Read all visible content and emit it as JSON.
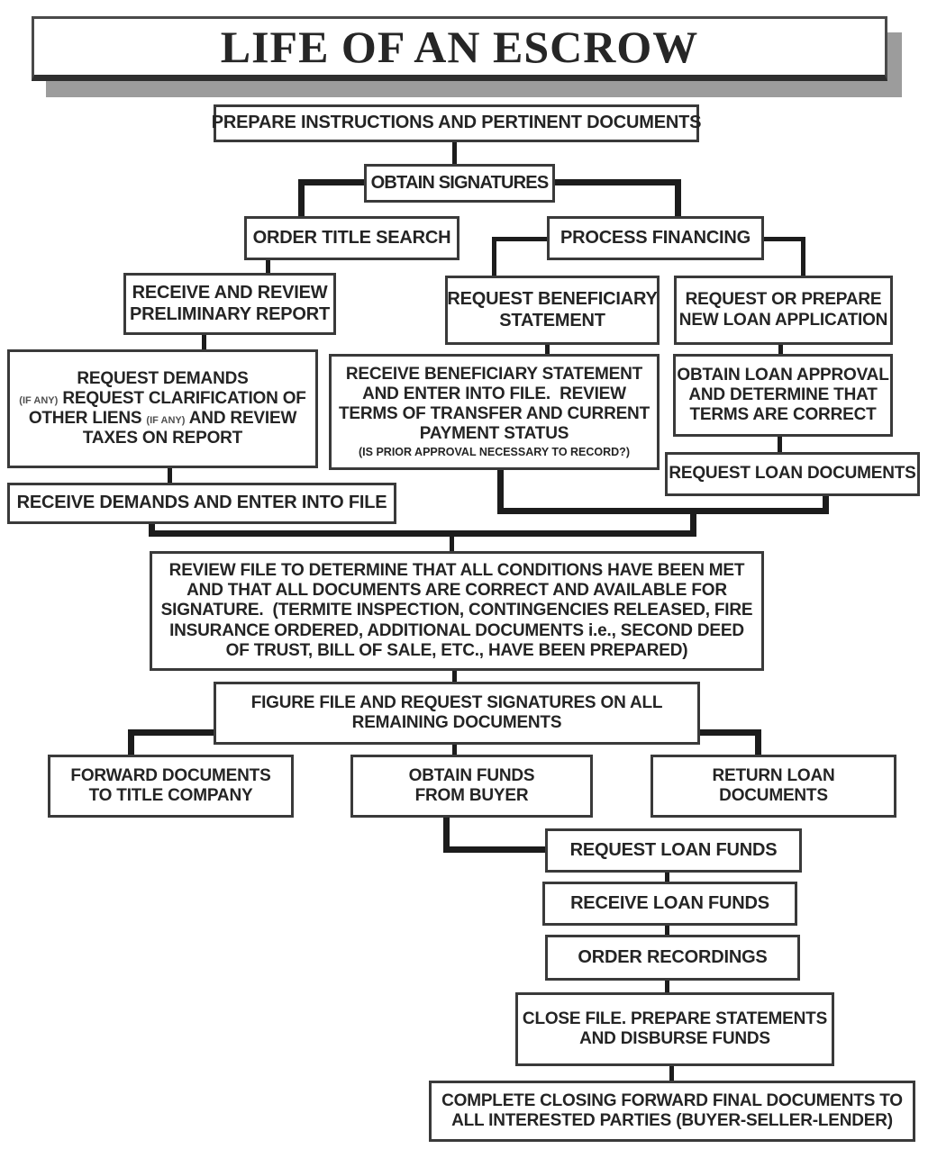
{
  "colors": {
    "background": "#ffffff",
    "ink": "#242424",
    "border": "#3a3a3a",
    "line": "#1c1c1c",
    "shadow": "#9c9c9c"
  },
  "title": {
    "text": "LIFE OF AN ESCROW"
  },
  "nodes": {
    "prepare": {
      "l1": "PREPARE INSTRUCTIONS AND PERTINENT DOCUMENTS"
    },
    "obtain_signatures": {
      "l1": "OBTAIN SIGNATURES"
    },
    "order_title_search": {
      "l1": "ORDER TITLE SEARCH"
    },
    "process_financing": {
      "l1": "PROCESS FINANCING"
    },
    "receive_review": {
      "l1": "RECEIVE AND REVIEW",
      "l2": "PRELIMINARY REPORT"
    },
    "request_beneficiary": {
      "l1": "REQUEST BENEFICIARY",
      "l2": "STATEMENT"
    },
    "request_new_loan": {
      "l1": "REQUEST OR PREPARE",
      "l2": "NEW LOAN APPLICATION"
    },
    "request_demands": {
      "l1": "REQUEST DEMANDS",
      "l2a": "(IF ANY)",
      "l2b": " REQUEST CLARIFICATION OF",
      "l3a": "OTHER LIENS ",
      "l3b": "(IF ANY)",
      "l3c": " AND REVIEW",
      "l4": "TAXES ON REPORT"
    },
    "receive_beneficiary": {
      "l1": "RECEIVE BENEFICIARY STATEMENT",
      "l2": "AND ENTER INTO FILE.  REVIEW",
      "l3": "TERMS OF TRANSFER AND CURRENT",
      "l4": "PAYMENT STATUS",
      "l5": "(IS PRIOR APPROVAL NECESSARY TO RECORD?)"
    },
    "obtain_loan_approval": {
      "l1": "OBTAIN LOAN APPROVAL",
      "l2": "AND DETERMINE THAT",
      "l3": "TERMS ARE CORRECT"
    },
    "request_loan_documents": {
      "l1": "REQUEST LOAN DOCUMENTS"
    },
    "receive_demands": {
      "l1": "RECEIVE DEMANDS AND ENTER INTO FILE"
    },
    "review_file": {
      "l1": "REVIEW FILE TO DETERMINE THAT ALL CONDITIONS HAVE BEEN MET",
      "l2": "AND THAT ALL DOCUMENTS ARE CORRECT AND AVAILABLE FOR",
      "l3": "SIGNATURE.  (TERMITE INSPECTION, CONTINGENCIES RELEASED, FIRE",
      "l4": "INSURANCE ORDERED, ADDITIONAL DOCUMENTS i.e., SECOND DEED",
      "l5": "OF TRUST, BILL OF SALE, ETC., HAVE BEEN PREPARED)"
    },
    "figure_file": {
      "l1": "FIGURE FILE AND REQUEST SIGNATURES ON ALL",
      "l2": "REMAINING DOCUMENTS"
    },
    "forward_documents": {
      "l1": "FORWARD DOCUMENTS",
      "l2": "TO TITLE COMPANY"
    },
    "obtain_funds": {
      "l1": "OBTAIN FUNDS",
      "l2": "FROM BUYER"
    },
    "return_loan_documents": {
      "l1": "RETURN LOAN",
      "l2": "DOCUMENTS"
    },
    "request_loan_funds": {
      "l1": "REQUEST LOAN FUNDS"
    },
    "receive_loan_funds": {
      "l1": "RECEIVE LOAN FUNDS"
    },
    "order_recordings": {
      "l1": "ORDER RECORDINGS"
    },
    "close_file": {
      "l1": "CLOSE FILE. PREPARE STATEMENTS",
      "l2": "AND DISBURSE FUNDS"
    },
    "complete_closing": {
      "l1": "COMPLETE CLOSING FORWARD FINAL DOCUMENTS TO",
      "l2": "ALL INTERESTED PARTIES (BUYER-SELLER-LENDER)"
    }
  }
}
